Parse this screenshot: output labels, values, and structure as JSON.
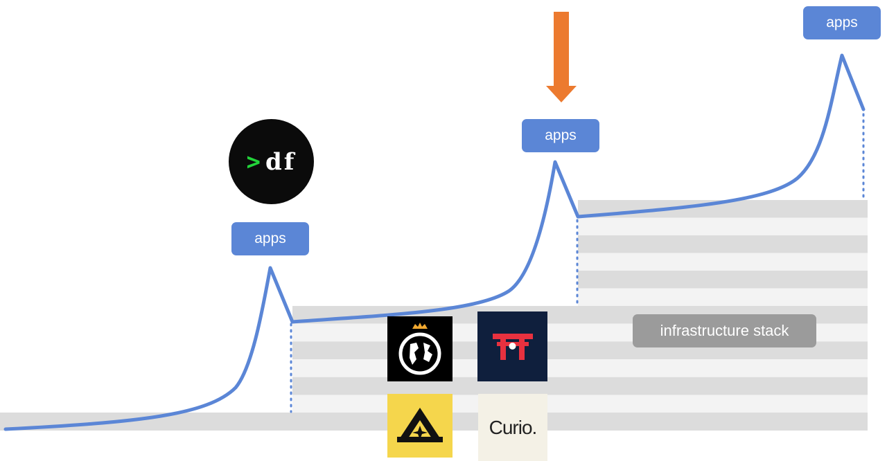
{
  "colors": {
    "curve": "#5b86d6",
    "badge": "#5b86d6",
    "arrow": "#ec7a2f",
    "stripe_dark": "#dcdcdc",
    "stripe_light": "#f3f3f3",
    "label_grey": "#9b9b9b",
    "logo_black": "#0b0b0b",
    "torii_bg": "#0f1f3d",
    "torii_red": "#e8313f",
    "star_bg": "#f5d64c",
    "curio_bg": "#f4f1e6",
    "prompt_green": "#22d33a"
  },
  "apps_badges": [
    {
      "label": "apps"
    },
    {
      "label": "apps"
    },
    {
      "label": "apps"
    }
  ],
  "infrastructure_label": "infrastructure stack",
  "df_logo": {
    "prompt": ">",
    "text": "df"
  },
  "logo_tiles": [
    {
      "icon": "globe-crown-icon"
    },
    {
      "icon": "torii-gate-icon"
    },
    {
      "icon": "star-triangle-icon"
    },
    {
      "icon": "curio-wordmark",
      "text": "Curio."
    }
  ],
  "arrow_icon": "down-arrow-icon"
}
